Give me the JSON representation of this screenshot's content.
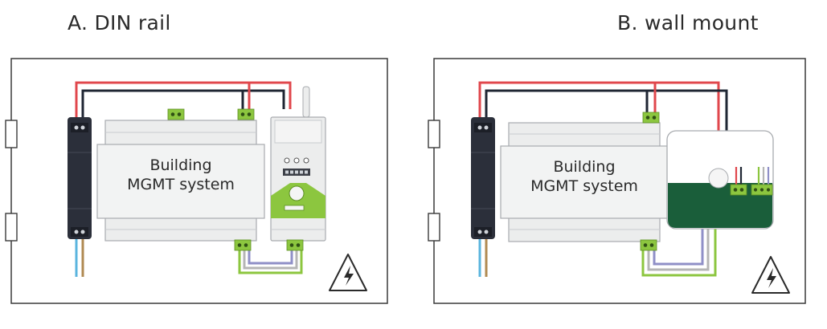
{
  "panels": [
    {
      "title": "A. DIN rail",
      "mgmt_label_line1": "Building",
      "mgmt_label_line2": "MGMT system"
    },
    {
      "title": "B. wall mount",
      "mgmt_label_line1": "Building",
      "mgmt_label_line2": "MGMT system"
    }
  ],
  "colors": {
    "panel_border": "#3a3a3a",
    "wire_red": "#e0474c",
    "wire_black": "#1f2633",
    "wire_green": "#8cc63f",
    "wire_purple": "#8f8fc7",
    "wire_grey": "#b5b5b5",
    "wire_blue": "#5ab4de",
    "wire_brown": "#b08a52",
    "terminal_green": "#8cc63f",
    "power_supply": "#2b2f3a",
    "module_body": "#eceded",
    "pcb_green": "#1a5e3a"
  },
  "icons": [
    "high-voltage-warning-icon",
    "antenna-icon"
  ]
}
